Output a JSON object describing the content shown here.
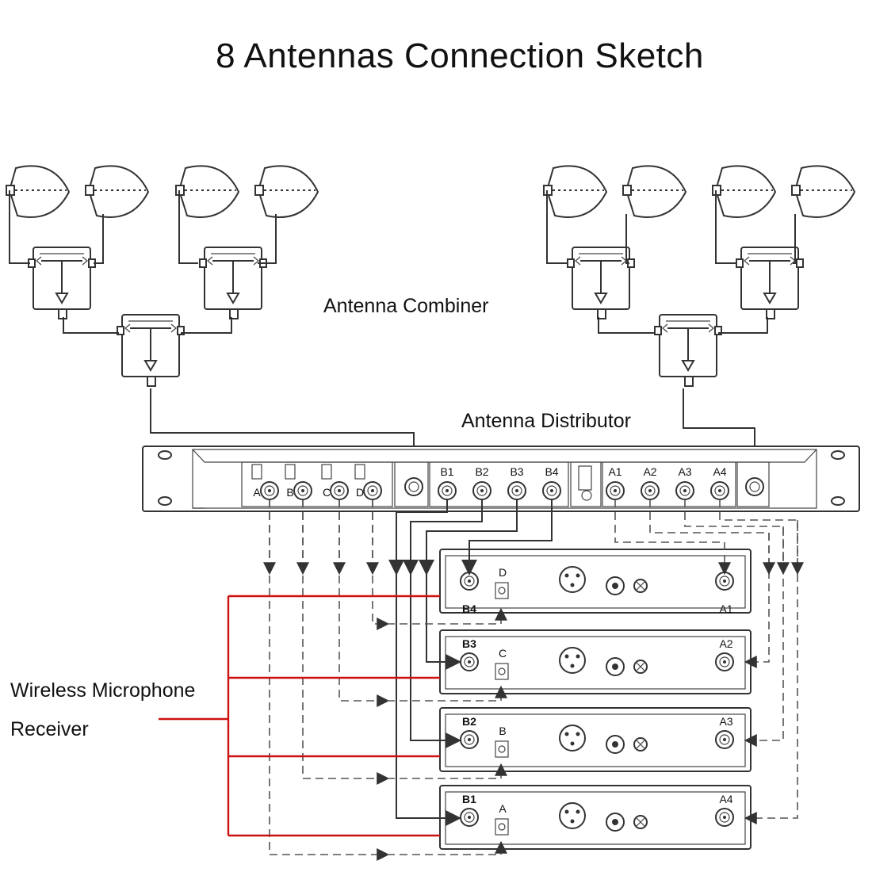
{
  "title": "8 Antennas Connection Sketch",
  "labels": {
    "combiner": "Antenna Combiner",
    "distributor": "Antenna Distributor",
    "receiver_line1": "Wireless Microphone",
    "receiver_line2": "Receiver"
  },
  "distributor": {
    "switch_ports": [
      "A",
      "B",
      "C",
      "D"
    ],
    "group_b_ports": [
      "B1",
      "B2",
      "B3",
      "B4"
    ],
    "group_a_ports": [
      "A1",
      "A2",
      "A3",
      "A4"
    ]
  },
  "receivers": [
    {
      "left_port": "B4",
      "channel": "D",
      "right_port": "A1"
    },
    {
      "left_port": "B3",
      "channel": "C",
      "right_port": "A2"
    },
    {
      "left_port": "B2",
      "channel": "B",
      "right_port": "A3"
    },
    {
      "left_port": "B1",
      "channel": "A",
      "right_port": "A4"
    }
  ],
  "colors": {
    "highlight": "#cc1010",
    "ink": "#333333"
  }
}
